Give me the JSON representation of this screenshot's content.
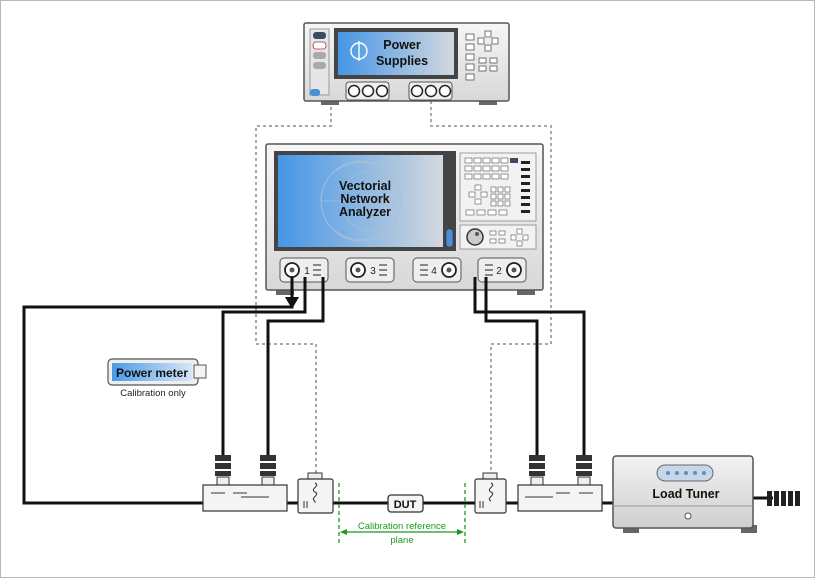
{
  "power_supplies": {
    "label_line1": "Power",
    "label_line2": "Supplies"
  },
  "vna": {
    "label_line1": "Vectorial",
    "label_line2": "Network",
    "label_line3": "Analyzer",
    "port1": "1",
    "port2": "2",
    "port3": "3",
    "port4": "4"
  },
  "power_meter": {
    "label": "Power meter",
    "caption": "Calibration only"
  },
  "dut": {
    "label": "DUT"
  },
  "calibration": {
    "line1": "Calibration reference",
    "line2": "plane"
  },
  "load_tuner": {
    "label": "Load Tuner"
  },
  "colors": {
    "screen_start": "#4a9be8",
    "screen_end": "#cfd6dd",
    "cal_green": "#1a9a1a"
  }
}
